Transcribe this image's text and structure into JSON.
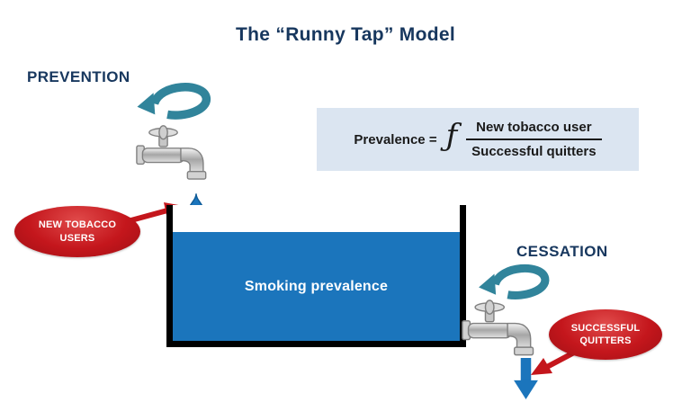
{
  "title": "The “Runny Tap” Model",
  "prevention_label": "PREVENTION",
  "cessation_label": "CESSATION",
  "formula": {
    "lhs": "Prevalence =",
    "f": "ƒ",
    "numerator": "New tobacco user",
    "denominator": "Successful quitters"
  },
  "tank_label": "Smoking prevalence",
  "new_users_label": "NEW TOBACCO USERS",
  "quitters_label": "SUCCESSFUL QUITTERS",
  "colors": {
    "navy": "#17375E",
    "teal": "#31849B",
    "red": "#C4161C",
    "water_blue": "#1B75BC",
    "formula_bg": "#DBE5F1"
  }
}
